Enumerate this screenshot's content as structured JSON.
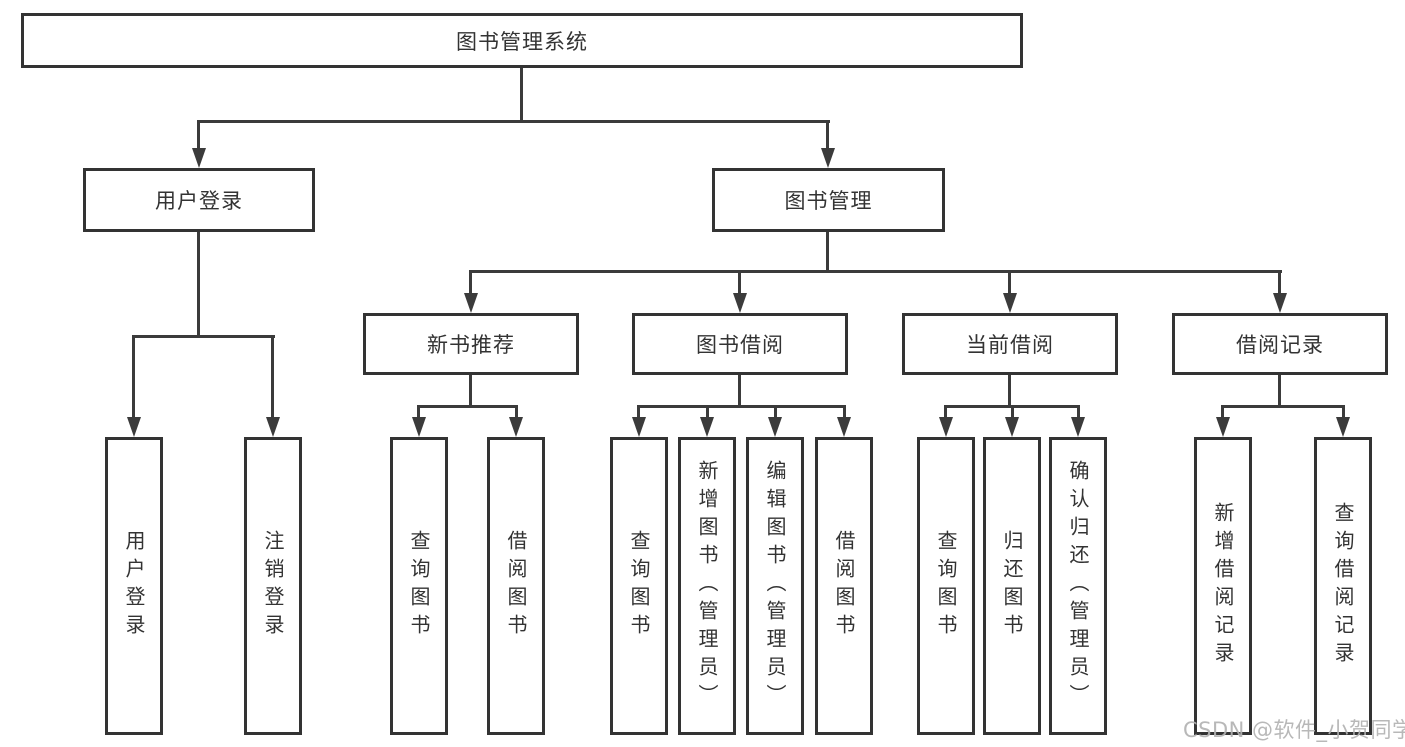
{
  "tree": {
    "root": {
      "label": "图书管理系统"
    },
    "branches": [
      {
        "label": "用户登录",
        "children": [
          {
            "label": "用户登录"
          },
          {
            "label": "注销登录"
          }
        ]
      },
      {
        "label": "图书管理",
        "children": [
          {
            "label": "新书推荐",
            "children": [
              {
                "label": "查询图书"
              },
              {
                "label": "借阅图书"
              }
            ]
          },
          {
            "label": "图书借阅",
            "children": [
              {
                "label": "查询图书"
              },
              {
                "label": "新增图书（管理员）"
              },
              {
                "label": "编辑图书（管理员）"
              },
              {
                "label": "借阅图书"
              }
            ]
          },
          {
            "label": "当前借阅",
            "children": [
              {
                "label": "查询图书"
              },
              {
                "label": "归还图书"
              },
              {
                "label": "确认归还（管理员）"
              }
            ]
          },
          {
            "label": "借阅记录",
            "children": [
              {
                "label": "新增借阅记录"
              },
              {
                "label": "查询借阅记录"
              }
            ]
          }
        ]
      }
    ]
  },
  "watermark": {
    "text": "CSDN @软件_小贺同学"
  },
  "colors": {
    "background": "#ffffff",
    "box_border": "#333333",
    "text": "#333333",
    "connector": "#3b3b3b",
    "watermark": "#b2b2b2"
  }
}
